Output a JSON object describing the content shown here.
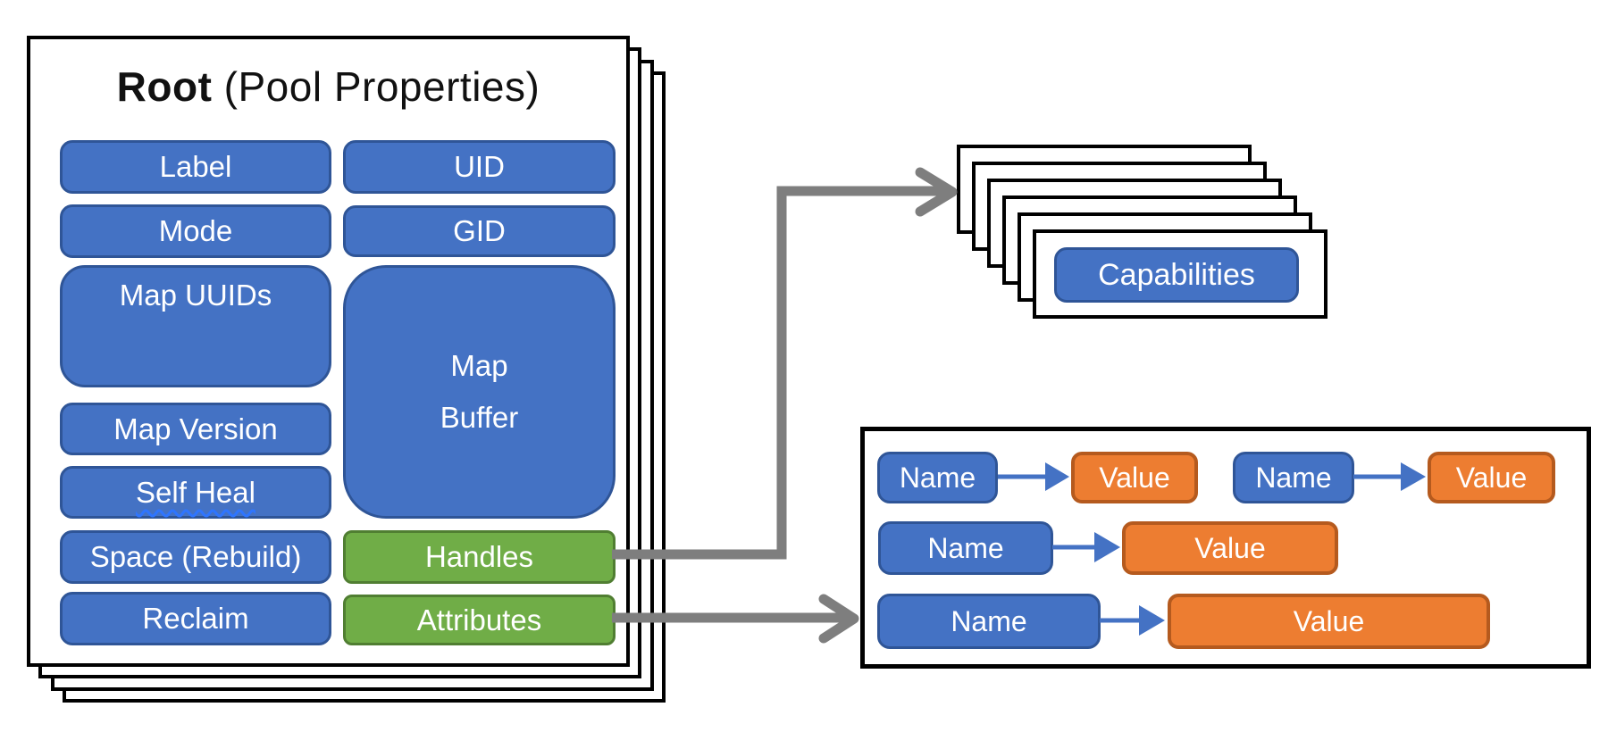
{
  "colors": {
    "box_blue": "#4472C4",
    "box_blue_border": "#2F5597",
    "box_green": "#70AD47",
    "box_green_border": "#507E32",
    "box_orange": "#ED7D31",
    "box_orange_border": "#B55A1E",
    "arrow_gray": "#7E7E7E",
    "arrow_blue": "#4472C4",
    "outline_black": "#000000",
    "text_white": "#FFFFFF",
    "squiggle_blue": "#2E75FF"
  },
  "root_card": {
    "stacked_sheets": 4,
    "title_bold": "Root",
    "title_rest": " (Pool Properties)",
    "left_column": [
      {
        "label": "Label"
      },
      {
        "label": "Mode"
      },
      {
        "label": "Map UUIDs"
      },
      {
        "label": "Map Version"
      },
      {
        "label": "Self Heal"
      },
      {
        "label": "Space (Rebuild)"
      },
      {
        "label": "Reclaim"
      }
    ],
    "right_column": {
      "uid": "UID",
      "gid": "GID",
      "map_buffer_line1": "Map",
      "map_buffer_line2": "Buffer",
      "handles": "Handles",
      "attributes": "Attributes"
    }
  },
  "capabilities_stack": {
    "stacked_sheets": 6,
    "label": "Capabilities"
  },
  "attributes_panel": {
    "rows": [
      {
        "name": "Name",
        "value": "Value"
      },
      {
        "name": "Name",
        "value": "Value"
      },
      {
        "name": "Name",
        "value": "Value"
      },
      {
        "name": "Name",
        "value": "Value"
      }
    ]
  }
}
